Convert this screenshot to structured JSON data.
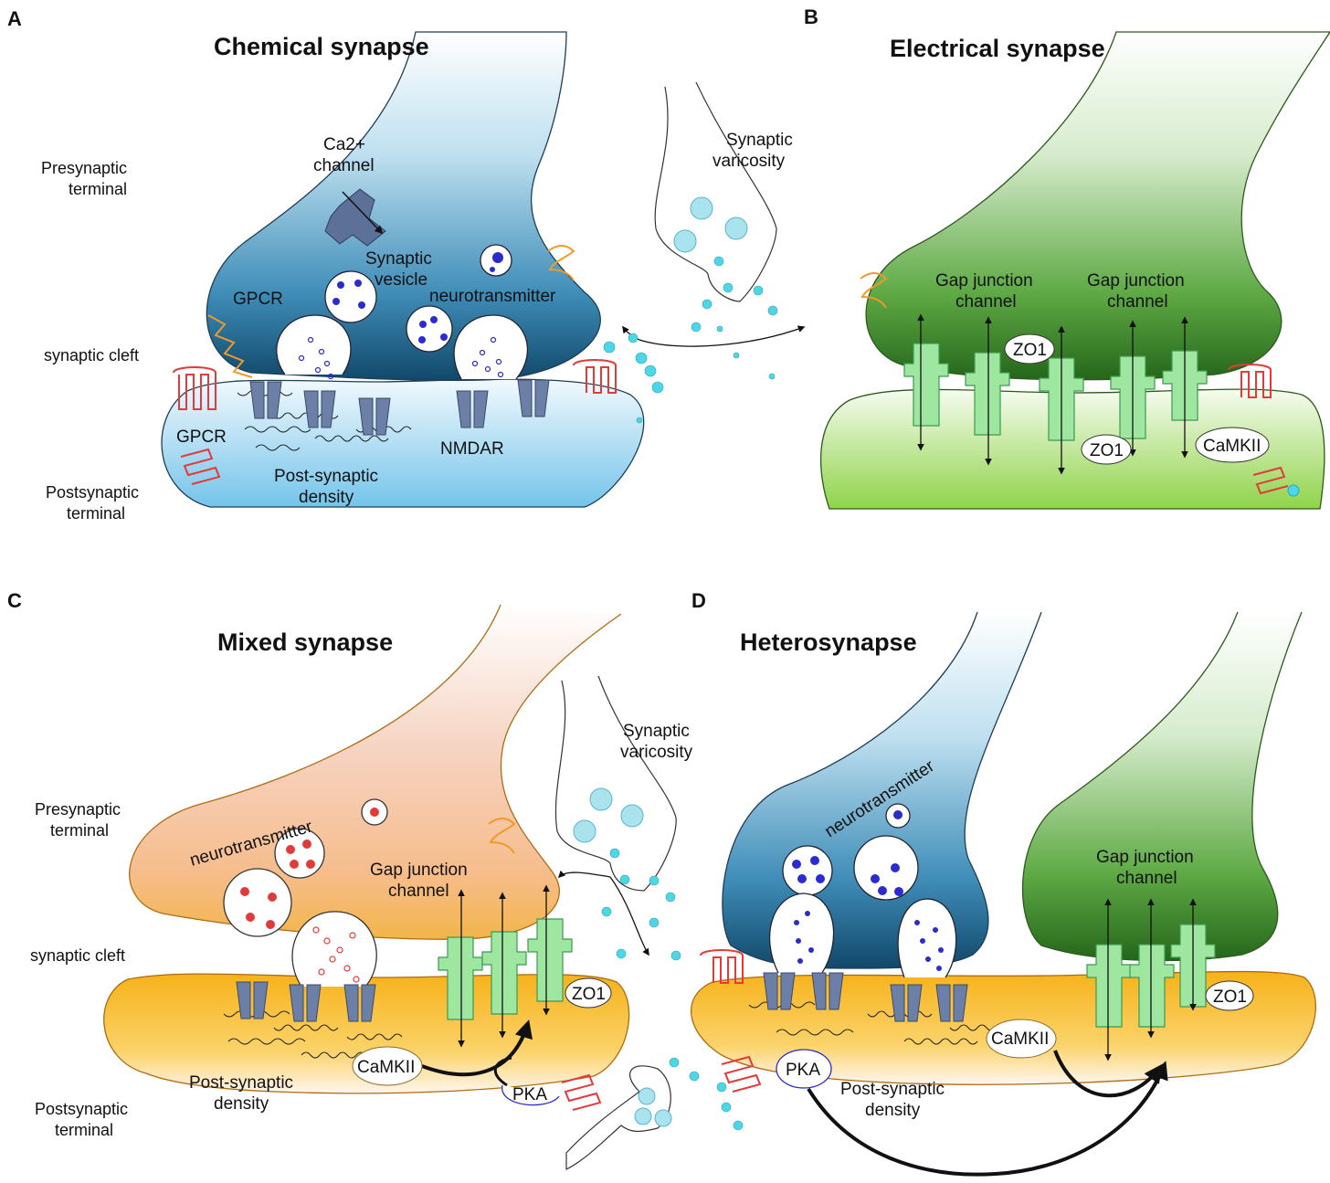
{
  "panels": {
    "a": {
      "letter": "A",
      "title": "Chemical synapse",
      "labels": {
        "presynaptic_1": "Presynaptic",
        "presynaptic_2": "terminal",
        "synaptic_cleft": "synaptic cleft",
        "postsynaptic_1": "Postsynaptic",
        "postsynaptic_2": "terminal",
        "ca_1": "Ca2+",
        "ca_2": "channel",
        "vesicle_1": "Synaptic",
        "vesicle_2": "vesicle",
        "neurotransmitter": "neurotransmitter",
        "gpcr_pre": "GPCR",
        "gpcr_post": "GPCR",
        "nmdar": "NMDAR",
        "psd_1": "Post-synaptic",
        "psd_2": "density",
        "varicosity_1": "Synaptic",
        "varicosity_2": "varicosity"
      }
    },
    "b": {
      "letter": "B",
      "title": "Electrical synapse",
      "labels": {
        "gj1_1": "Gap junction",
        "gj1_2": "channel",
        "gj2_1": "Gap junction",
        "gj2_2": "channel",
        "zo1_a": "ZO1",
        "zo1_b": "ZO1",
        "camkii": "CaMKII"
      }
    },
    "c": {
      "letter": "C",
      "title": "Mixed synapse",
      "labels": {
        "presynaptic_1": "Presynaptic",
        "presynaptic_2": "terminal",
        "synaptic_cleft": "synaptic cleft",
        "postsynaptic_1": "Postsynaptic",
        "postsynaptic_2": "terminal",
        "neurotransmitter": "neurotransmitter",
        "gj_1": "Gap junction",
        "gj_2": "channel",
        "zo1": "ZO1",
        "camkii": "CaMKII",
        "pka": "PKA",
        "psd_1": "Post-synaptic",
        "psd_2": "density",
        "varicosity_1": "Synaptic",
        "varicosity_2": "varicosity"
      }
    },
    "d": {
      "letter": "D",
      "title": "Heterosynapse",
      "labels": {
        "neurotransmitter": "neurotransmitter",
        "gj_1": "Gap junction",
        "gj_2": "channel",
        "zo1": "ZO1",
        "camkii": "CaMKII",
        "pka": "PKA",
        "psd_1": "Post-synaptic",
        "psd_2": "density"
      }
    }
  },
  "colors": {
    "chemical_blue": "#1b6a94",
    "electrical_green": "#3d8a2c",
    "mixed_orange": "#f3b53b",
    "receptor_blue": "#6c7fa6",
    "connexin_green": "#9fe6a0",
    "gpcr_red": "#e13b3b",
    "gpcr_orange": "#ef9a2a",
    "vesicle_blue": "#2b2bd0",
    "vesicle_red": "#e23a3a",
    "release_cyan": "#4fd6e6"
  }
}
